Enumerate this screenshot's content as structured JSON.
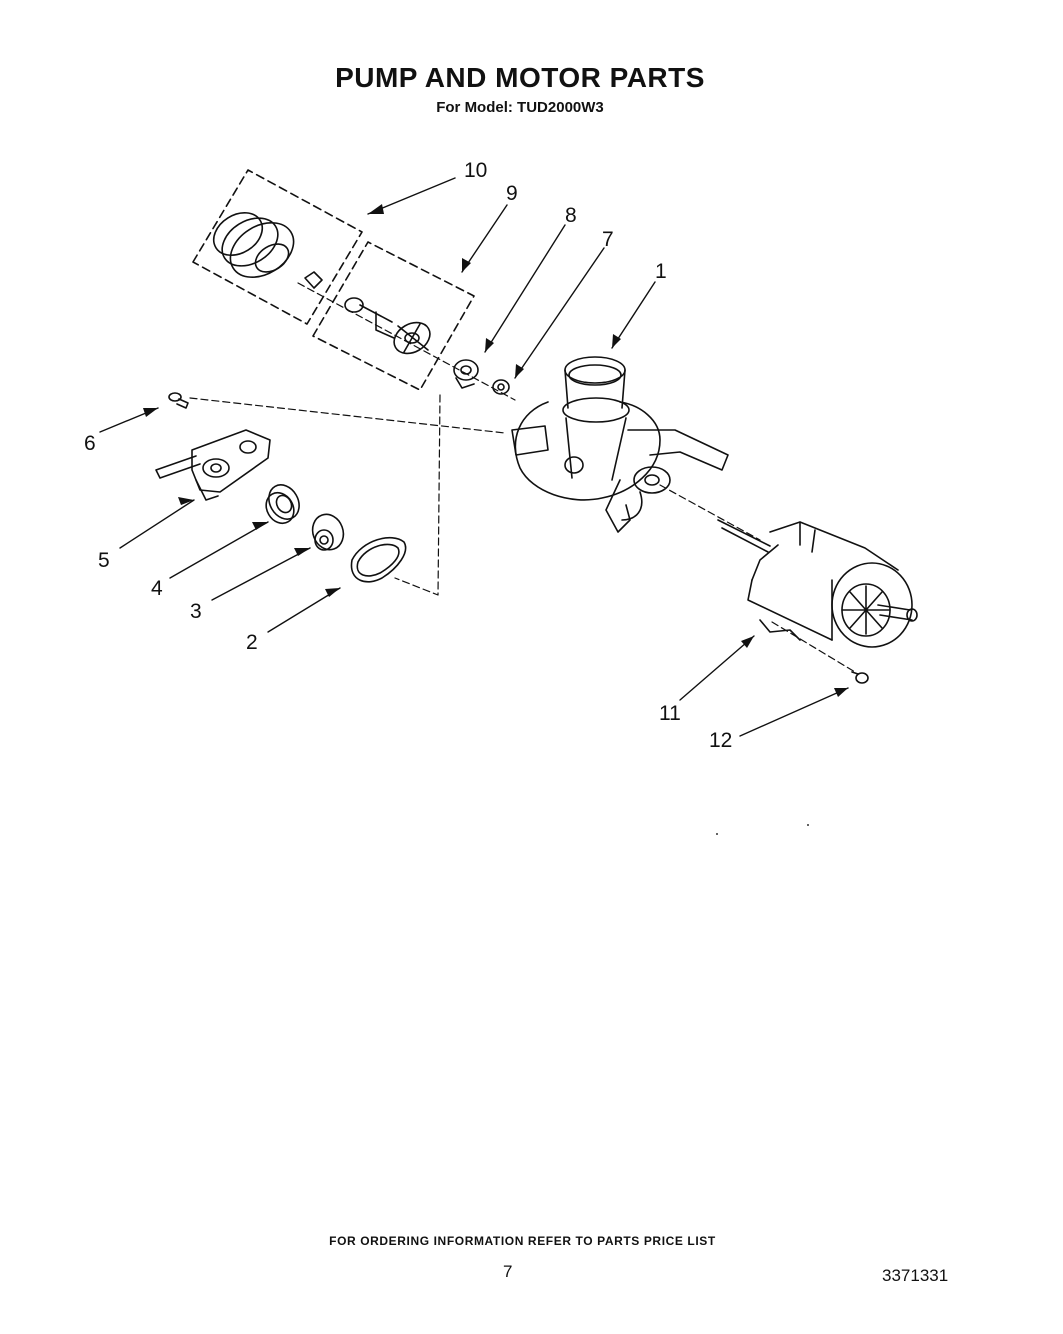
{
  "header": {
    "title": "PUMP AND MOTOR PARTS",
    "subtitle": "For Model: TUD2000W3"
  },
  "callouts": {
    "c1": "1",
    "c2": "2",
    "c3": "3",
    "c4": "4",
    "c5": "5",
    "c6": "6",
    "c7": "7",
    "c8": "8",
    "c9": "9",
    "c10": "10",
    "c11": "11",
    "c12": "12"
  },
  "footer": {
    "ordering_note": "FOR ORDERING INFORMATION REFER TO PARTS PRICE LIST",
    "page_number": "7",
    "document_number": "3371331"
  }
}
